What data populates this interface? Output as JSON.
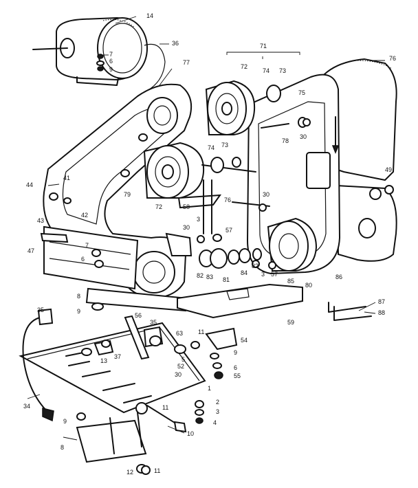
{
  "callouts": [
    "14",
    "7",
    "6",
    "9",
    "36",
    "71",
    "72",
    "74",
    "73",
    "75",
    "76",
    "77",
    "30",
    "78",
    "49",
    "74",
    "73",
    "72",
    "79",
    "58",
    "44",
    "41",
    "42",
    "43",
    "47",
    "7",
    "6",
    "3",
    "30",
    "57",
    "76",
    "30",
    "82",
    "83",
    "81",
    "84",
    "82",
    "3",
    "57",
    "85",
    "80",
    "86",
    "8",
    "9",
    "87",
    "88",
    "59",
    "35",
    "56",
    "35",
    "63",
    "11",
    "54",
    "13",
    "37",
    "52",
    "5",
    "9",
    "6",
    "55",
    "30",
    "1",
    "34",
    "2",
    "3",
    "4",
    "9",
    "11",
    "10",
    "8",
    "12",
    "11"
  ]
}
